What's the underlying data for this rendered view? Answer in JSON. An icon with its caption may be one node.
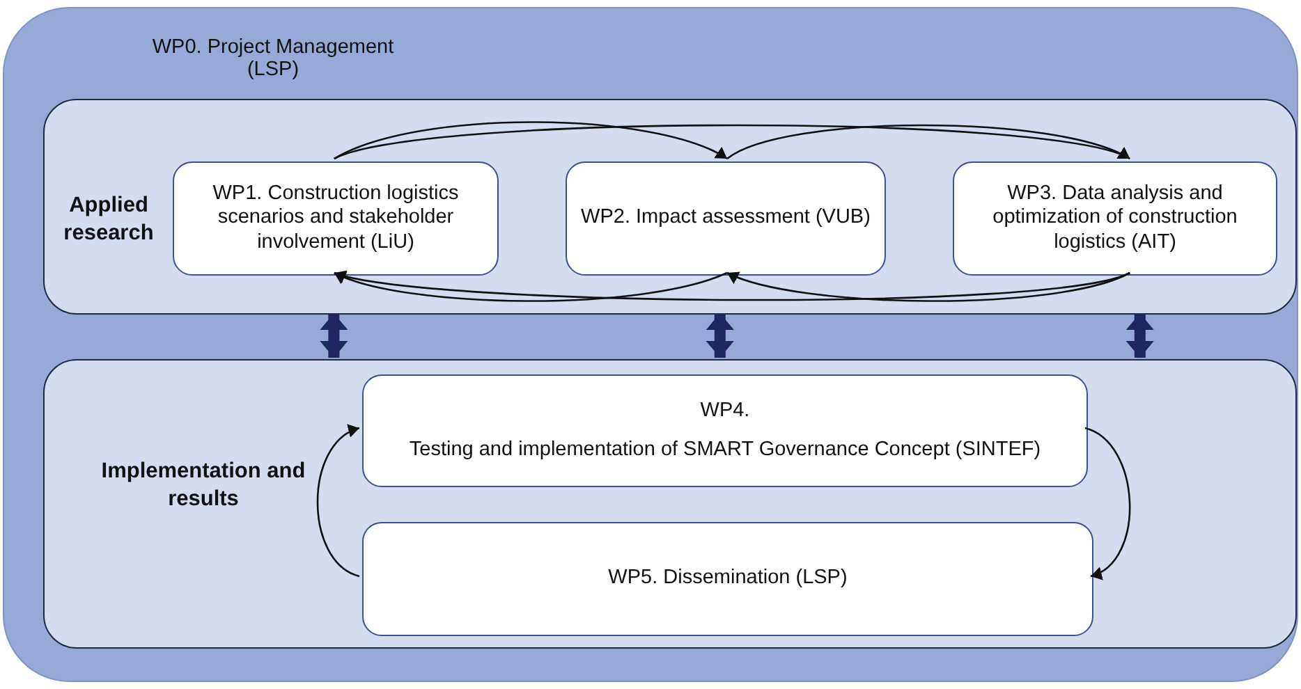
{
  "diagram": {
    "nodes": [
      {
        "text": [
          "WP0. Project Management (LSP)"
        ]
      },
      {
        "text": [
          "Applied research"
        ],
        "in": 0
      },
      {
        "text": [
          "WP1. Construction logistics scenarios and stakeholder involvement (LiU)"
        ],
        "in": 1
      },
      {
        "text": [
          "WP2. Impact assessment (VUB)"
        ],
        "in": 1
      },
      {
        "text": [
          "WP3. Data analysis and optimization of construction logistics (AIT)"
        ],
        "in": 1
      },
      {
        "text": [
          "Implementation and results"
        ],
        "in": 0
      },
      {
        "text": [
          "WP4.",
          "Testing and implementation of SMART Governance Concept (SINTEF)"
        ],
        "in": 5
      },
      {
        "text": [
          "WP5. Dissemination (LSP)"
        ],
        "in": 5
      }
    ],
    "edges": [
      {
        "from": 2,
        "to": 3,
        "arrow": "to"
      },
      {
        "from": 2,
        "to": 4,
        "arrow": "to"
      },
      {
        "from": 3,
        "to": 4,
        "arrow": "to"
      },
      {
        "from": 3,
        "to": 2,
        "arrow": "to"
      },
      {
        "from": 4,
        "to": 2,
        "arrow": "to"
      },
      {
        "from": 4,
        "to": 3,
        "arrow": "to"
      },
      {
        "from": 1,
        "to": 5,
        "arrow": "both",
        "style": "thick",
        "color": "#1f2660"
      },
      {
        "from": 1,
        "to": 5,
        "arrow": "both",
        "style": "thick",
        "color": "#1f2660"
      },
      {
        "from": 1,
        "to": 5,
        "arrow": "both",
        "style": "thick",
        "color": "#1f2660"
      },
      {
        "from": 6,
        "to": 7,
        "arrow": "to"
      },
      {
        "from": 7,
        "to": 6,
        "arrow": "to"
      }
    ]
  }
}
